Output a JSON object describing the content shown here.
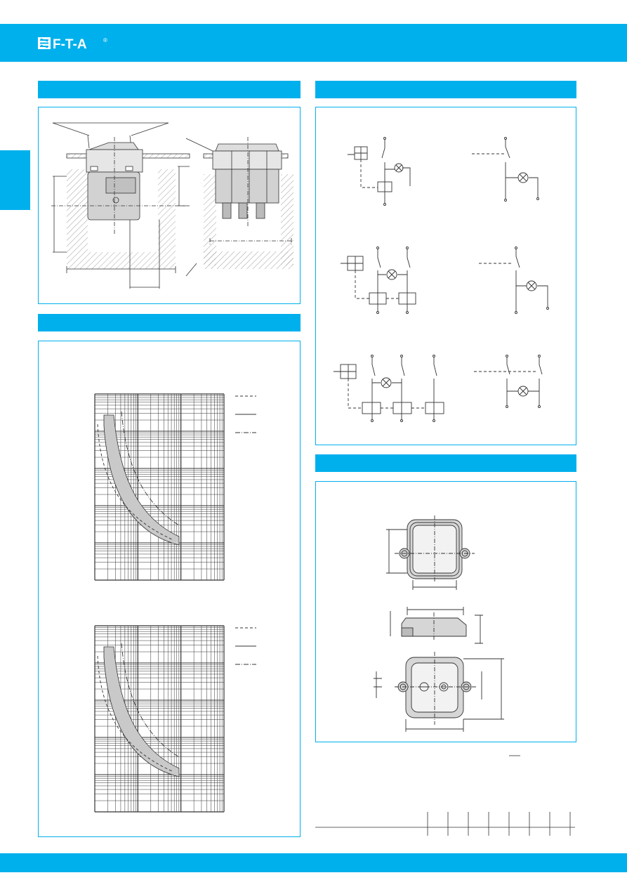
{
  "brand": {
    "logo_text": "F-T-A",
    "registered_mark": "®",
    "accent_color": "#00b0ec",
    "line_color": "#333333",
    "shading_color": "#c9c9c9"
  },
  "sections": [
    {
      "id": "dimensions",
      "title": ""
    },
    {
      "id": "circuit-diagrams",
      "title": ""
    },
    {
      "id": "tripping-curves",
      "title": ""
    },
    {
      "id": "accessories",
      "title": ""
    }
  ],
  "tripping_curves": [
    {
      "type": "line",
      "legend": [
        {
          "style": "dashed"
        },
        {
          "style": "solid"
        },
        {
          "style": "dash-dot"
        }
      ]
    },
    {
      "type": "line",
      "legend": [
        {
          "style": "dashed"
        },
        {
          "style": "solid"
        },
        {
          "style": "dash-dot"
        }
      ]
    }
  ],
  "ordering_table": {
    "columns": 8
  }
}
